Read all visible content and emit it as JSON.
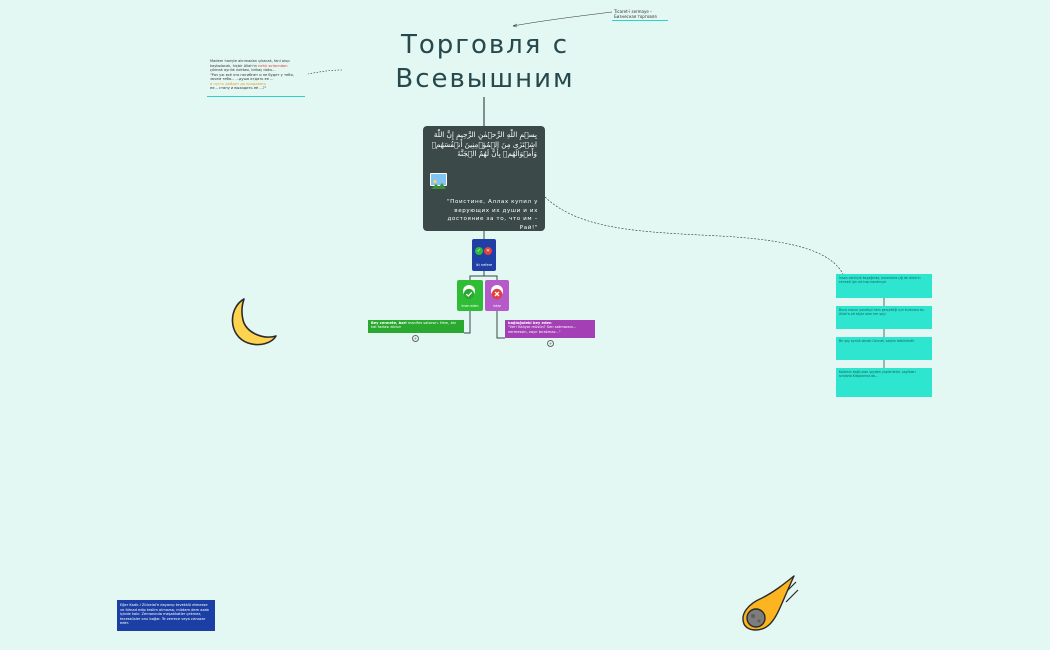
{
  "title": "Торговля с\nВсевышним",
  "top_note": {
    "line1": "Ticaret-i sermaye –",
    "line2": "Бизнесная торговля"
  },
  "left_note": {
    "line1": "Madem hariçte alınmadan çıkacak, fani olup",
    "line2_a": "kaybolacak, hiçbir Allah'ın",
    "line2_red": "nehir sırlarından",
    "line3": "çıkmak ayrılık noktası, birkaç doku...",
    "line4": "\"Раз уж всё это погибнет и не будет у тебя,",
    "line5": "зачем тебя... ...душа отдать ее ...",
    "line6_orange": "и пусть дойдет до продавать",
    "line7": "ее... стану и выходить её ...?\""
  },
  "main_box": {
    "arabic": "بِسۡمِ اللّٰهِ الرَّحۡمٰنِ الرَّحِيمِ إِنَّ اللّٰهَ اشۡتَرٰى مِنَ الۡمُؤۡمِنِينَ أَنۡفُسَهُمۡ وَأَمۡوَالَهُمۡ بِأَنَّ لَهُمُ الۡجَنَّةَ",
    "translation": "\"Поистине, Аллах купил у\nверующих их души и их\nдостояние за то, что им –\nРай!\"",
    "image_icon": "image-icon"
  },
  "ai_node": {
    "label": "iki nefere"
  },
  "yes_node": {
    "label": "iman eden",
    "icon": "check-circle-icon"
  },
  "no_node": {
    "label": "inkar",
    "icon": "x-circle-icon"
  },
  "green_leaf": {
    "bold": "Bey cennete, bari",
    "text": "manifes satarsın. Hem, bin kat fazlası alırsın"
  },
  "purple_leaf": {
    "bold": "bağlağıdeki bey eden",
    "text": "\"Ver! Kalıyor müsün? Sen satmazsın... vermessin, vayır bırakmaz...\""
  },
  "teal_cards": [
    "İnsan cahiliyle kayağında, bulanlarla çiğ de Allah'ın cenneti için de hep kandırıyor",
    "Buna mazur yonetişli hem gerçekliği için kurtulma bu Allah'a ait söyle olan her şeyi",
    "Bir şey ayrılık olmak Cennet, seçkin tetkiklerdir",
    "Kalbinin bağlı olan şeyden yapılırlardır, sayfaları sıralarla Kitaplarına da..."
  ],
  "blue_note": "Eğer Kadir-i Zülcelal'e dayanıp tevekkül etmezse ve itimad edip teslim olmazsa, müdam dem azab içinde kalır. Zemanında meşakkatler çekmez, tecessüsler onu boğar. Te zerrece veya cenazar eder.",
  "decor": {
    "moon": "crescent-moon-icon",
    "comet": "comet-icon"
  },
  "colors": {
    "background": "#e3f7f3",
    "title": "#27494d",
    "main_box": "#3b4a48",
    "ai_node": "#1f3fa7",
    "yes": "#2fbd36",
    "no": "#b659c9",
    "teal": "#2ee6d0",
    "blue_note": "#1c3fa6"
  }
}
